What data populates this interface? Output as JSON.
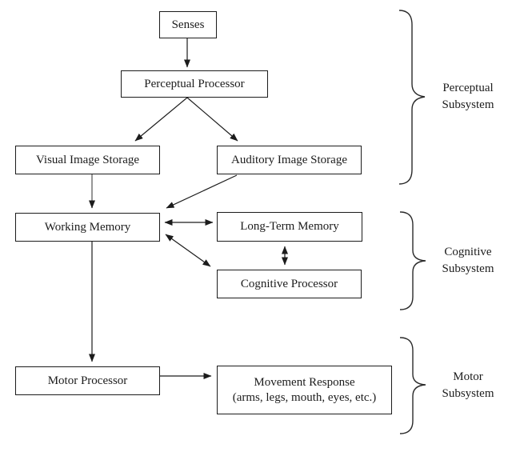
{
  "colors": {
    "ink": "#1c1c1c",
    "faded_line": "#7d7d7d",
    "background": "#ffffff"
  },
  "boxes": {
    "senses": {
      "label": "Senses"
    },
    "perceptual_processor": {
      "label": "Perceptual Processor"
    },
    "visual_image_storage": {
      "label": "Visual Image Storage"
    },
    "auditory_image_storage": {
      "label": "Auditory Image Storage"
    },
    "working_memory": {
      "label": "Working Memory"
    },
    "long_term_memory": {
      "label": "Long-Term Memory"
    },
    "cognitive_processor": {
      "label": "Cognitive Processor"
    },
    "motor_processor": {
      "label": "Motor Processor"
    },
    "movement_response": {
      "label": "Movement Response",
      "sublabel": "(arms, legs, mouth, eyes, etc.)"
    }
  },
  "subsystems": {
    "perceptual": {
      "line1": "Perceptual",
      "line2": "Subsystem"
    },
    "cognitive": {
      "line1": "Cognitive",
      "line2": "Subsystem"
    },
    "motor": {
      "line1": "Motor",
      "line2": "Subsystem"
    }
  },
  "edges": [
    {
      "from": "senses",
      "to": "perceptual_processor",
      "type": "arrow"
    },
    {
      "from": "perceptual_processor",
      "to": "visual_image_storage",
      "type": "arrow"
    },
    {
      "from": "perceptual_processor",
      "to": "auditory_image_storage",
      "type": "arrow"
    },
    {
      "from": "visual_image_storage",
      "to": "working_memory",
      "type": "arrow"
    },
    {
      "from": "auditory_image_storage",
      "to": "working_memory",
      "type": "arrow"
    },
    {
      "from": "working_memory",
      "to": "long_term_memory",
      "type": "double-arrow"
    },
    {
      "from": "working_memory",
      "to": "cognitive_processor",
      "type": "double-arrow"
    },
    {
      "from": "long_term_memory",
      "to": "cognitive_processor",
      "type": "double-arrow"
    },
    {
      "from": "working_memory",
      "to": "motor_processor",
      "type": "arrow"
    },
    {
      "from": "motor_processor",
      "to": "movement_response",
      "type": "arrow"
    }
  ]
}
